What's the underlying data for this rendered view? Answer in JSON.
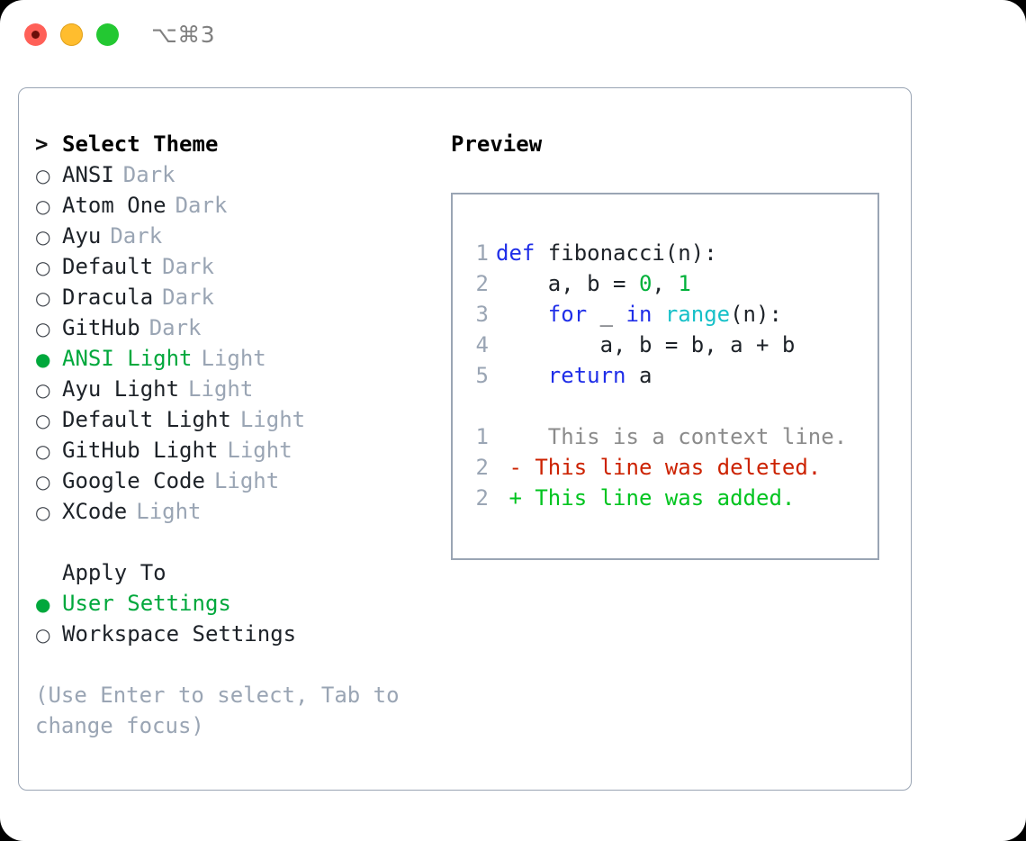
{
  "titlebar": {
    "shortcut": "⌥⌘3",
    "buttons": [
      {
        "name": "close",
        "color": "#ff6058"
      },
      {
        "name": "minimize",
        "color": "#ffbd2e"
      },
      {
        "name": "maximize",
        "color": "#23c832"
      }
    ]
  },
  "colors": {
    "selected_green": "#00a83c",
    "muted": "#9aa5b4",
    "text": "#1d2228",
    "keyword_blue": "#1f2ee8",
    "number_green": "#00b13a",
    "function_cyan": "#16c0c8",
    "diff_deleted": "#cc2200",
    "diff_added": "#00c41f",
    "diff_context": "#8b8b8b",
    "border": "#9aa5b4"
  },
  "theme_picker": {
    "caret": ">",
    "title": "Select Theme",
    "marker_selected": "●",
    "marker_unselected": "○",
    "items": [
      {
        "name": "ANSI",
        "tag": "Dark",
        "selected": false
      },
      {
        "name": "Atom One",
        "tag": "Dark",
        "selected": false
      },
      {
        "name": "Ayu",
        "tag": "Dark",
        "selected": false
      },
      {
        "name": "Default",
        "tag": "Dark",
        "selected": false
      },
      {
        "name": "Dracula",
        "tag": "Dark",
        "selected": false
      },
      {
        "name": "GitHub",
        "tag": "Dark",
        "selected": false
      },
      {
        "name": "ANSI Light",
        "tag": "Light",
        "selected": true
      },
      {
        "name": "Ayu Light",
        "tag": "Light",
        "selected": false
      },
      {
        "name": "Default Light",
        "tag": "Light",
        "selected": false
      },
      {
        "name": "GitHub Light",
        "tag": "Light",
        "selected": false
      },
      {
        "name": "Google Code",
        "tag": "Light",
        "selected": false
      },
      {
        "name": "XCode",
        "tag": "Light",
        "selected": false
      }
    ]
  },
  "apply_to": {
    "label": "Apply To",
    "options": [
      {
        "name": "User Settings",
        "selected": true
      },
      {
        "name": "Workspace Settings",
        "selected": false
      }
    ]
  },
  "hint": "(Use Enter to select, Tab to change focus)",
  "preview": {
    "title": "Preview",
    "code_lines": [
      {
        "n": "1",
        "tokens": [
          {
            "t": "def ",
            "c": "kw"
          },
          {
            "t": "fibonacci(n):",
            "c": "plain"
          }
        ]
      },
      {
        "n": "2",
        "tokens": [
          {
            "t": "    a, b = ",
            "c": "plain"
          },
          {
            "t": "0",
            "c": "num"
          },
          {
            "t": ", ",
            "c": "plain"
          },
          {
            "t": "1",
            "c": "num"
          }
        ]
      },
      {
        "n": "3",
        "tokens": [
          {
            "t": "    for ",
            "c": "kw"
          },
          {
            "t": "_ ",
            "c": "plain"
          },
          {
            "t": "in ",
            "c": "kw"
          },
          {
            "t": "range",
            "c": "fn"
          },
          {
            "t": "(n):",
            "c": "plain"
          }
        ]
      },
      {
        "n": "4",
        "tokens": [
          {
            "t": "        a, b = b, a + b",
            "c": "plain"
          }
        ]
      },
      {
        "n": "5",
        "tokens": [
          {
            "t": "    return ",
            "c": "kw"
          },
          {
            "t": "a",
            "c": "plain"
          }
        ]
      }
    ],
    "diff_lines": [
      {
        "n": "1",
        "sign": " ",
        "text": "  This is a context line.",
        "cls": "ctx"
      },
      {
        "n": "2",
        "sign": "-",
        "text": " This line was deleted.",
        "cls": "del"
      },
      {
        "n": "2",
        "sign": "+",
        "text": " This line was added.",
        "cls": "add"
      }
    ]
  }
}
